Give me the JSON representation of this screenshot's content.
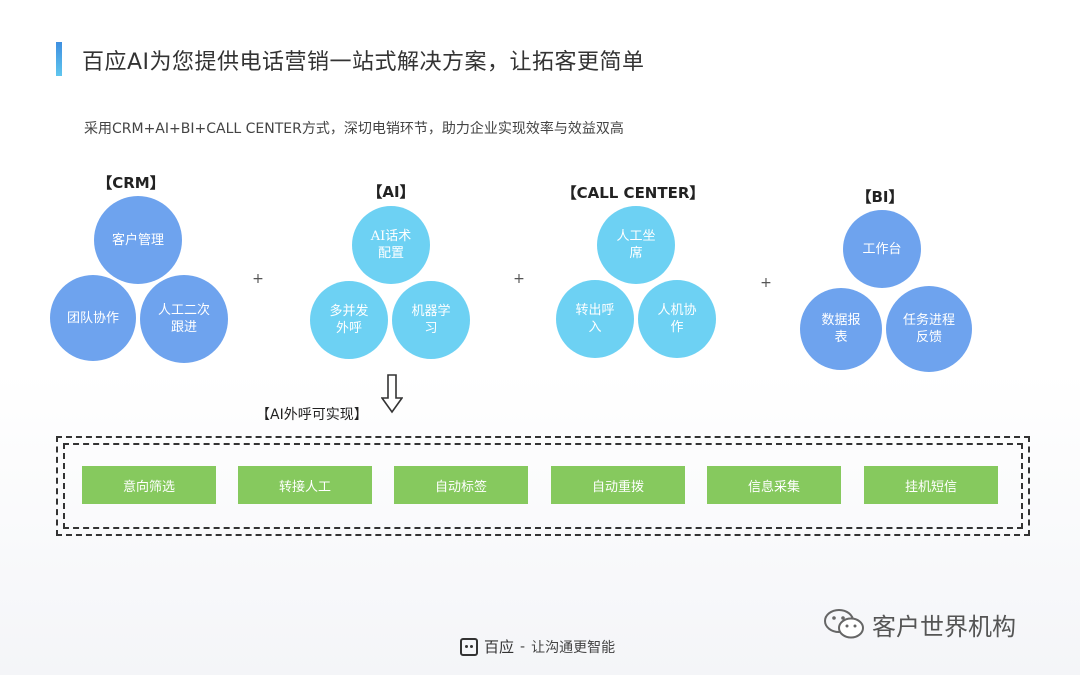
{
  "header": {
    "title": "百应AI为您提供电话营销一站式解决方案，让拓客更简单",
    "subtitle": "采用CRM+AI+BI+CALL CENTER方式，深切电销环节，助力企业实现效率与效益双高"
  },
  "groups": [
    {
      "label": "【CRM】",
      "items": [
        "客户管理",
        "团队协作",
        "人工二次跟进"
      ]
    },
    {
      "label": "【AI】",
      "items": [
        "AI话术配置",
        "多并发外呼",
        "机器学习"
      ]
    },
    {
      "label": "【CALL CENTER】",
      "items": [
        "人工坐席",
        "转出呼入",
        "人机协作"
      ]
    },
    {
      "label": "【BI】",
      "items": [
        "工作台",
        "数据报表",
        "任务进程反馈"
      ]
    }
  ],
  "plus_sign": "+",
  "implementation": {
    "label": "【AI外呼可实现】",
    "features": [
      "意向筛选",
      "转接人工",
      "自动标签",
      "自动重拨",
      "信息采集",
      "挂机短信"
    ]
  },
  "footer": {
    "brand": "百应",
    "separator": "-",
    "slogan": "让沟通更智能"
  },
  "watermark": {
    "text": "客户世界机构",
    "icon": "wechat-icon"
  },
  "colors": {
    "accent_blue": "#6ea3ee",
    "accent_cyan": "#6dd1f3",
    "feature_green": "#86c95e",
    "title_bar": "#3f8fe0"
  }
}
